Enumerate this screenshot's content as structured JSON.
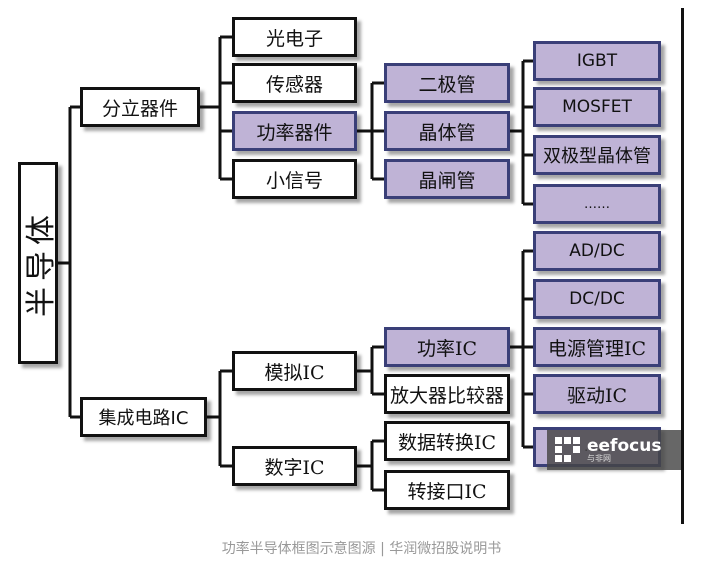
{
  "diagram": {
    "root": "半导体",
    "discrete": {
      "label": "分立器件",
      "children": [
        "光电子",
        "传感器",
        "功率器件",
        "小信号"
      ],
      "power_children": [
        "二极管",
        "晶体管",
        "晶闸管"
      ],
      "transistor_children": [
        "IGBT",
        "MOSFET",
        "双极型晶体管",
        "……"
      ]
    },
    "ic": {
      "label": "集成电路IC",
      "analog": "模拟IC",
      "digital": "数字IC",
      "analog_children": [
        "功率IC",
        "放大器比较器"
      ],
      "digital_children": [
        "数据转换IC",
        "转接口IC"
      ],
      "power_ic_children": [
        "AD/DC",
        "DC/DC",
        "电源管理IC",
        "驱动IC",
        "……"
      ]
    }
  },
  "colors": {
    "highlight_fill": "#bfb3d6",
    "highlight_border": "#3a3f78",
    "line": "#111111"
  },
  "watermark": {
    "brand": "eefocus",
    "sub": "与非网"
  },
  "caption": "功率半导体框图示意图源 | 华润微招股说明书"
}
